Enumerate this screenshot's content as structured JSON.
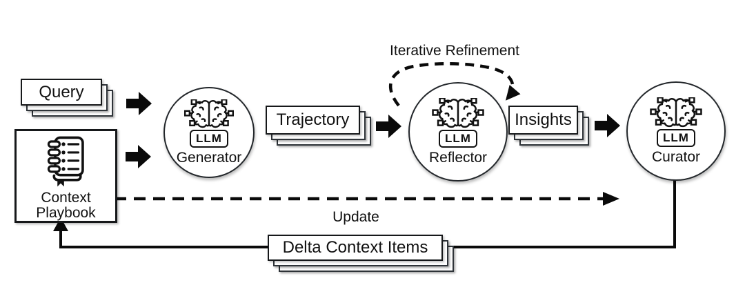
{
  "figure": {
    "colors": {
      "ink": "#111111",
      "background": "#ffffff"
    },
    "nodes": {
      "query": "Query",
      "context_playbook": "Context Playbook",
      "trajectory": "Trajectory",
      "insights": "Insights",
      "delta_context_items": "Delta Context Items",
      "generator": {
        "badge": "LLM",
        "label": "Generator"
      },
      "reflector": {
        "badge": "LLM",
        "label": "Reflector"
      },
      "curator": {
        "badge": "LLM",
        "label": "Curator"
      }
    },
    "annotations": {
      "iterative_refinement": "Iterative Refinement",
      "update": "Update"
    }
  }
}
